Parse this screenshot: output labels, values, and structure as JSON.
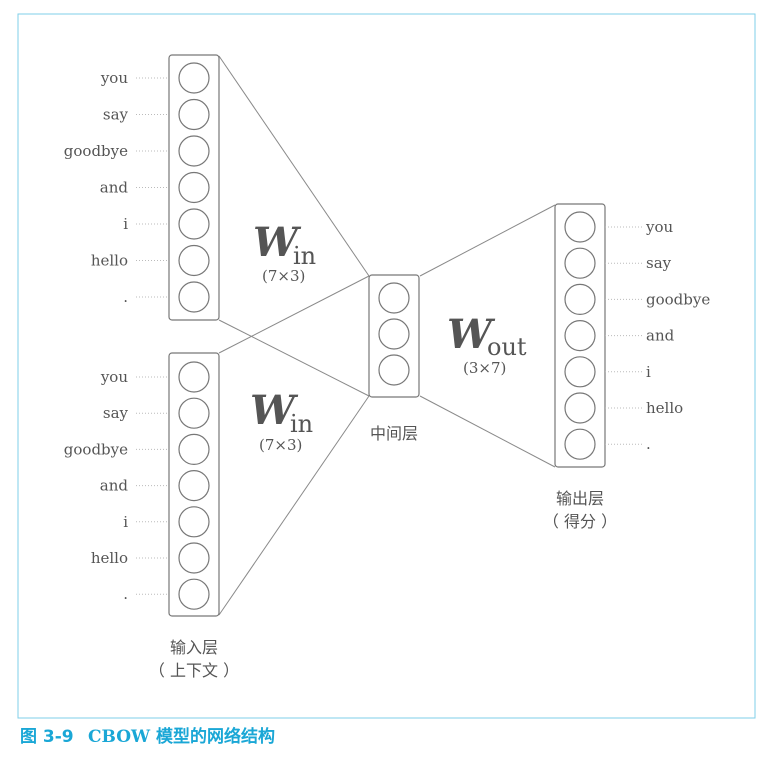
{
  "layers": {
    "input_top": {
      "words": [
        "you",
        "say",
        "goodbye",
        "and",
        "i",
        "hello",
        "."
      ]
    },
    "input_bottom": {
      "words": [
        "you",
        "say",
        "goodbye",
        "and",
        "i",
        "hello",
        "."
      ]
    },
    "input_label": "输入层",
    "input_sublabel": "（ 上下文 ）",
    "hidden_label": "中间层",
    "hidden_units": 3,
    "output": {
      "words": [
        "you",
        "say",
        "goodbye",
        "and",
        "i",
        "hello",
        "."
      ]
    },
    "output_label": "输出层",
    "output_sublabel": "（ 得分 ）"
  },
  "weights": {
    "win_top": {
      "letter": "W",
      "sub": "in",
      "dim": "(7×3)"
    },
    "win_bottom": {
      "letter": "W",
      "sub": "in",
      "dim": "(7×3)"
    },
    "wout": {
      "letter": "W",
      "sub": "out",
      "dim": "(3×7)"
    }
  },
  "caption": {
    "figure": "图 3-9",
    "title": "CBOW 模型的网络结构"
  },
  "colors": {
    "frame": "#7fcfe8",
    "caption": "#1aa7d6",
    "stroke": "#777777",
    "text": "#555555"
  }
}
